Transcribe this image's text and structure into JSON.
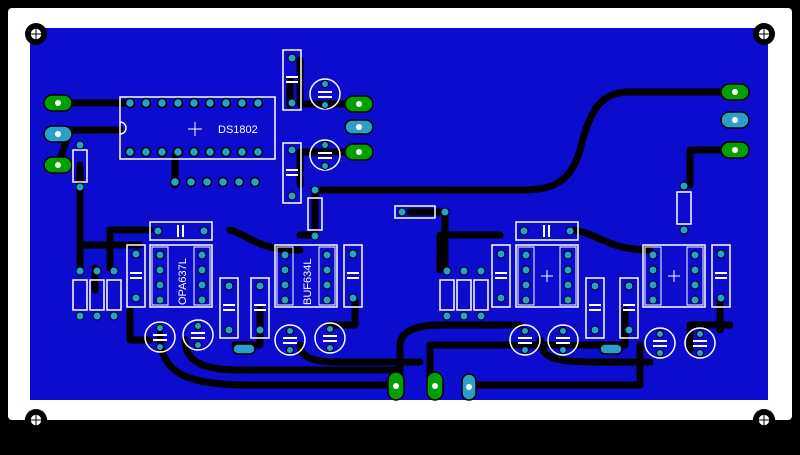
{
  "board": {
    "colors": {
      "frame": "#000000",
      "substrate": "#ffffff",
      "copper_plane": "#0c0ccf",
      "trace": "#000000",
      "pad_ring": "#00a000",
      "pad_ring_alt": "#2aa0c8",
      "silkscreen": "#ffffff"
    },
    "components": {
      "u1": {
        "label": "DS1802"
      },
      "u2": {
        "label": "OPA637L"
      },
      "u3": {
        "label": "BUF634L"
      }
    }
  }
}
